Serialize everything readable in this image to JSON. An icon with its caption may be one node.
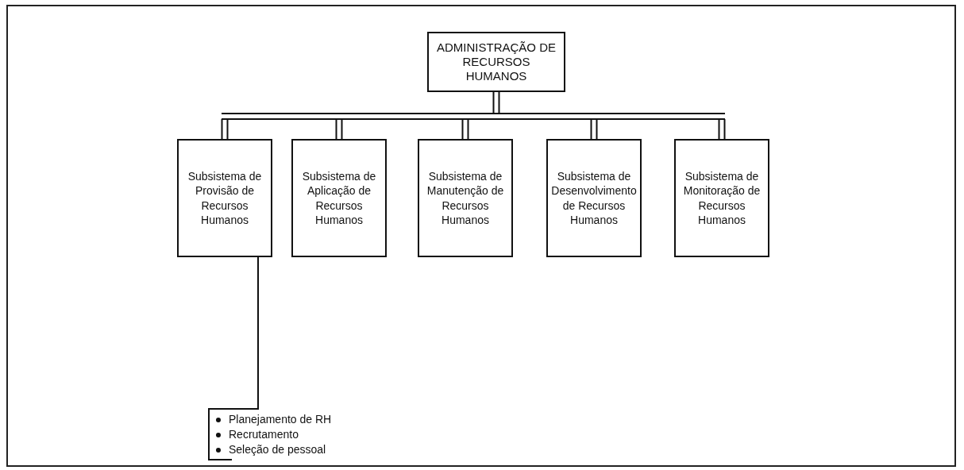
{
  "diagram": {
    "nodes": [
      {
        "text": [
          "ADMINISTRAÇÃO DE RECURSOS HUMANOS"
        ]
      },
      {
        "text": [],
        "shape": "bar"
      },
      {
        "text": [
          "Subsistema de Provisão de Recursos Humanos"
        ]
      },
      {
        "text": [
          "Subsistema de Aplicação de Recursos Humanos"
        ]
      },
      {
        "text": [
          "Subsistema de Manutenção de Recursos Humanos"
        ]
      },
      {
        "text": [
          "Subsistema de Desenvolvimento de Recursos Humanos"
        ]
      },
      {
        "text": [
          "Subsistema de Monitoração de Recursos Humanos"
        ]
      },
      {
        "text": [
          "Planejamento de RH",
          "Recrutamento",
          "Seleção de pessoal"
        ]
      }
    ],
    "edges": [
      {
        "from": 0,
        "to": 1,
        "arrow": "none"
      },
      {
        "from": 1,
        "to": 2,
        "arrow": "none"
      },
      {
        "from": 1,
        "to": 3,
        "arrow": "none"
      },
      {
        "from": 1,
        "to": 4,
        "arrow": "none"
      },
      {
        "from": 1,
        "to": 5,
        "arrow": "none"
      },
      {
        "from": 1,
        "to": 6,
        "arrow": "none"
      },
      {
        "from": 2,
        "to": 7,
        "arrow": "none"
      }
    ]
  }
}
